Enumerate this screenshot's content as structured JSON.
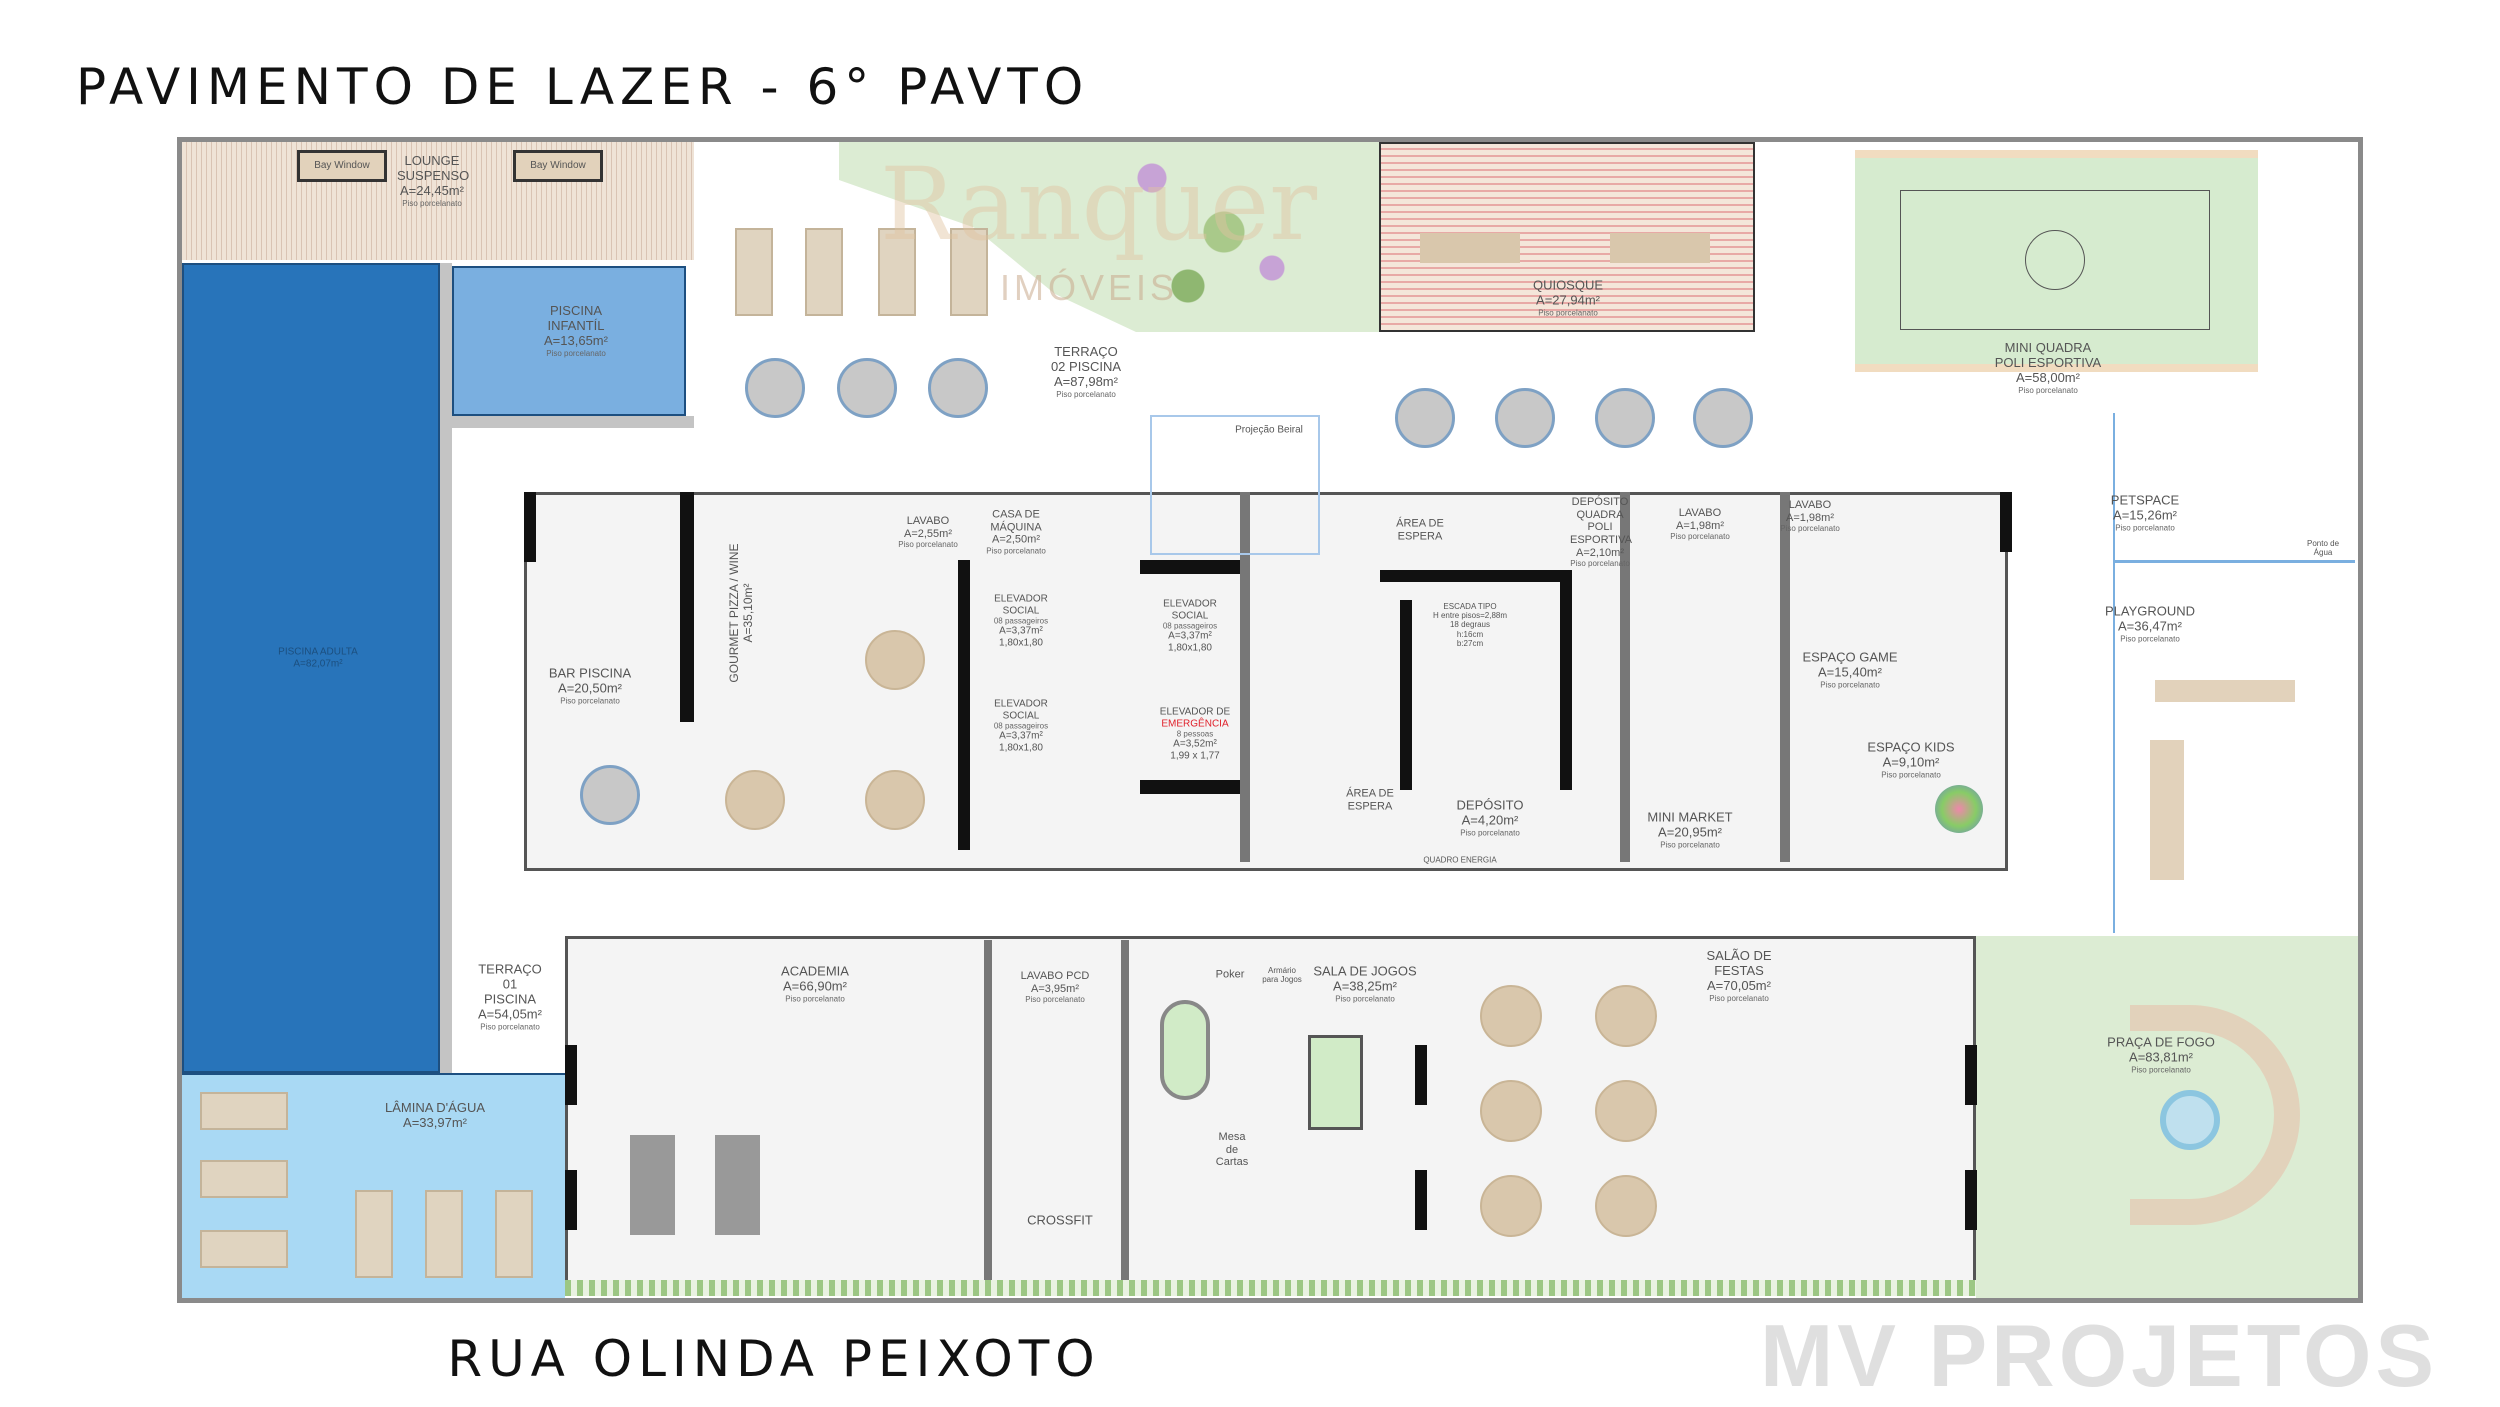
{
  "title": "PAVIMENTO DE LAZER - 6° PAVTO",
  "street": "RUA OLINDA PEIXOTO",
  "floor_finish": "Piso porcelanato",
  "watermarks": {
    "brand1": "Ranquer",
    "brand1_sub": "IMÓVEIS",
    "brand2": "MV PROJETOS"
  },
  "colors": {
    "pool_adult": "#2874ba",
    "pool_kids": "#7aafe0",
    "water_sheet": "#a9d9f4",
    "garden": "#dcecd3",
    "court": "#d6ebcf",
    "deck": "#efe3d6",
    "kiosk": "#f2d3cf",
    "furniture": "#d9c7ac"
  },
  "rooms": {
    "lounge": {
      "name": "LOUNGE SUSPENSO",
      "area": "A=24,45m²"
    },
    "bay_window": "Bay Window",
    "piscina_infantil": {
      "name": "PISCINA INFANTÍL",
      "area": "A=13,65m²"
    },
    "piscina_adulta": {
      "name": "PISCINA ADULTA",
      "area": "A=82,07m²"
    },
    "terraco02": {
      "name": "TERRAÇO 02 PISCINA",
      "area": "A=87,98m²"
    },
    "quiosque": {
      "name": "QUIOSQUE",
      "area": "A=27,94m²"
    },
    "mini_quadra": {
      "name": "MINI QUADRA POLI ESPORTIVA",
      "area": "A=58,00m²"
    },
    "projecao_beiral": "Projeção Beiral",
    "petspace": {
      "name": "PETSPACE",
      "area": "A=15,26m²"
    },
    "ponto_agua": "Ponto de Água",
    "playground": {
      "name": "PLAYGROUND",
      "area": "A=36,47m²"
    },
    "lavabo1": {
      "name": "LAVABO",
      "area": "A=2,55m²"
    },
    "casa_maquina": {
      "name": "CASA DE MÁQUINA",
      "area": "A=2,50m²"
    },
    "elev1": {
      "name": "ELEVADOR SOCIAL",
      "cap": "08 passageiros",
      "area": "A=3,37m²",
      "dim": "1,80x1,80"
    },
    "elev2": {
      "name": "ELEVADOR SOCIAL",
      "cap": "08 passageiros",
      "area": "A=3,37m²",
      "dim": "1,80x1,80"
    },
    "elev3": {
      "name": "ELEVADOR SOCIAL",
      "cap": "08 passageiros",
      "area": "A=3,37m²",
      "dim": "1,80x1,80"
    },
    "elev_emerg": {
      "name": "ELEVADOR DE",
      "emph": "EMERGÊNCIA",
      "cap": "8 pessoas",
      "area": "A=3,52m²",
      "dim": "1,99 x 1,77"
    },
    "gourmet": {
      "name": "GOURMET PIZZA / WINE",
      "area": "A=35,10m²"
    },
    "bar_piscina": {
      "name": "BAR PISCINA",
      "area": "A=20,50m²"
    },
    "area_espera1": "ÁREA DE ESPERA",
    "area_espera2": "ÁREA DE ESPERA",
    "escada": {
      "name": "ESCADA TIPO",
      "l1": "H entre pisos=2,88m",
      "l2": "18 degraus",
      "l3": "h:16cm",
      "l4": "b:27cm"
    },
    "deposito": {
      "name": "DEPÓSITO",
      "area": "A=4,20m²"
    },
    "quadro_energia": "QUADRO ENERGIA",
    "deposito_quadra": {
      "name": "DEPÓSITO QUADRA POLI ESPORTIVA",
      "area": "A=2,10m²"
    },
    "lavabo2": {
      "name": "LAVABO",
      "area": "A=1,98m²"
    },
    "lavabo3": {
      "name": "LAVABO",
      "area": "A=1,98m²"
    },
    "mini_market": {
      "name": "MINI MARKET",
      "area": "A=20,95m²"
    },
    "espaco_game": {
      "name": "ESPAÇO GAME",
      "area": "A=15,40m²"
    },
    "espaco_kids": {
      "name": "ESPAÇO KIDS",
      "area": "A=9,10m²"
    },
    "terraco01": {
      "name": "TERRAÇO 01 PISCINA",
      "area": "A=54,05m²"
    },
    "academia": {
      "name": "ACADEMIA",
      "area": "A=66,90m²"
    },
    "lavabo_pcd": {
      "name": "LAVABO PCD",
      "area": "A=3,95m²"
    },
    "crossfit": "CROSSFIT",
    "lamina": {
      "name": "LÂMINA D'ÁGUA",
      "area": "A=33,97m²"
    },
    "poker": "Poker",
    "armario": "Armário para Jogos",
    "sala_jogos": {
      "name": "SALA DE JOGOS",
      "area": "A=38,25m²"
    },
    "mesa_cartas": "Mesa de Cartas",
    "salao_festas": {
      "name": "SALÃO DE FESTAS",
      "area": "A=70,05m²"
    },
    "praca_fogo": {
      "name": "PRAÇA DE FOGO",
      "area": "A=83,81m²"
    }
  }
}
